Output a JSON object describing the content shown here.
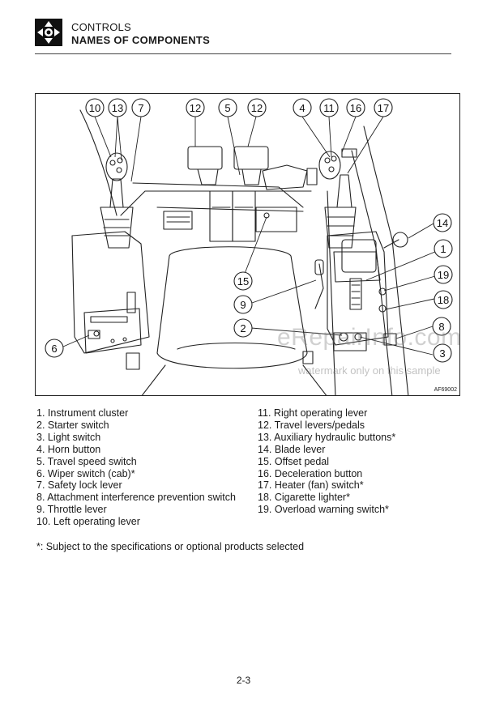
{
  "header": {
    "section": "CONTROLS",
    "title": "NAMES OF COMPONENTS"
  },
  "figure": {
    "code": "AF69002",
    "callouts": [
      "10",
      "13",
      "7",
      "12",
      "5",
      "12",
      "4",
      "11",
      "16",
      "17",
      "14",
      "1",
      "19",
      "18",
      "8",
      "3",
      "2",
      "15",
      "9",
      "6"
    ],
    "watermark": "eRepairInfo.com",
    "watermark_sub": "watermark only on this sample"
  },
  "legend": {
    "column1": [
      "1. Instrument cluster",
      "2. Starter switch",
      "3. Light switch",
      "4. Horn button",
      "5. Travel speed switch",
      "6. Wiper switch (cab)*",
      "7. Safety lock lever",
      "8. Attachment interference prevention switch",
      "9. Throttle lever",
      "10. Left operating lever"
    ],
    "column2": [
      "11. Right operating lever",
      "12. Travel levers/pedals",
      "13. Auxiliary hydraulic buttons*",
      "14. Blade lever",
      "15. Offset pedal",
      "16. Deceleration button",
      "17. Heater (fan) switch*",
      "18. Cigarette lighter*",
      "19. Overload warning switch*"
    ]
  },
  "footnote": "*: Subject to the specifications or optional products selected",
  "page_number": "2-3"
}
